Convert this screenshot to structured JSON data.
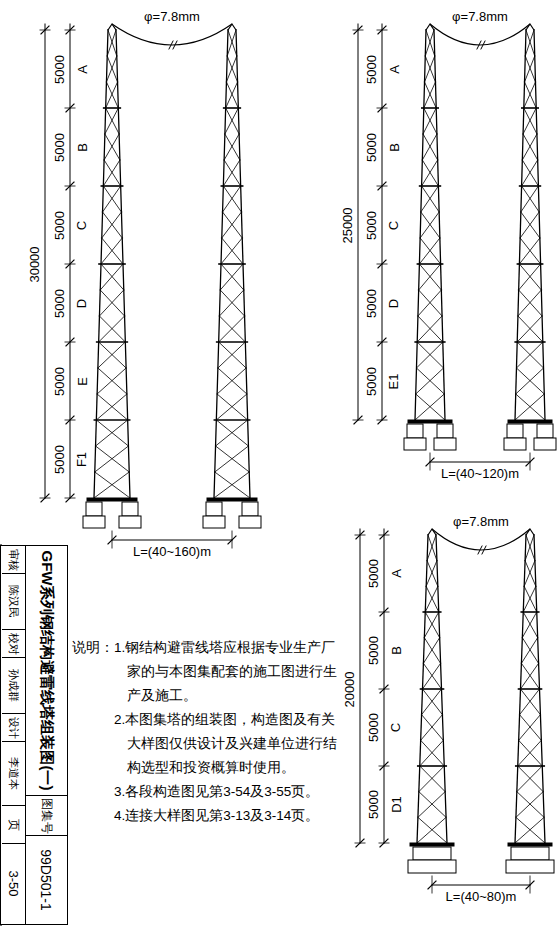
{
  "diagram": {
    "title": "GFW系列钢结构避雷线塔组装图(一)",
    "labels": [
      "φ=7.8mm",
      "30000",
      "5000",
      "A",
      "5000",
      "B",
      "5000",
      "C",
      "5000",
      "D",
      "5000",
      "E",
      "5000",
      "F1",
      "L=(40~160)m",
      "φ=7.8mm",
      "25000",
      "5000",
      "A",
      "5000",
      "B",
      "5000",
      "C",
      "5000",
      "D",
      "5000",
      "E1",
      "L=(40~120)m",
      "φ=7.8mm",
      "20000",
      "5000",
      "A",
      "5000",
      "B",
      "5000",
      "C",
      "5000",
      "D1",
      "L=(40~80)m",
      "说明：",
      "1.钢结构避雷线塔应根据专业生产厂家的与本图集配套的施工图进行生产及施工。",
      "2.本图集塔的组装图，构造图及有关大样图仅供设计及兴建单位进行结构选型和投资概算时使用。",
      "3.各段构造图见第3-54及3-55页。",
      "4.连接大样图见第3-13及3-14页。",
      "图集号",
      "99D501-1",
      "审核",
      "陈汉民",
      "校对",
      "孙成群",
      "设计",
      "李道本",
      "页",
      "3-50"
    ]
  }
}
